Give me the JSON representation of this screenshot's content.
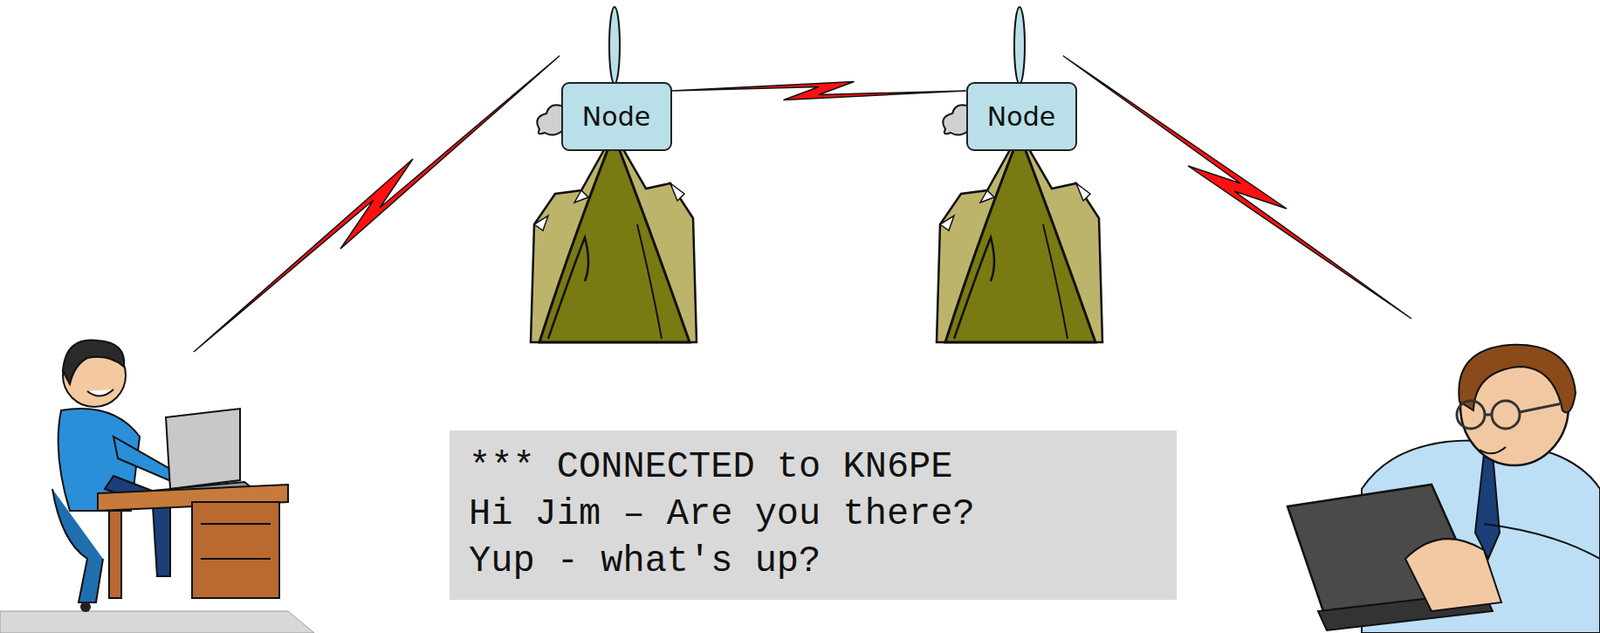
{
  "diagram": {
    "nodes": [
      {
        "text": [
          "Node"
        ]
      },
      {
        "text": [
          "Node"
        ]
      },
      {
        "text": [
          "*** CONNECTED to KN6PE",
          "Hi Jim – Are you there?",
          "Yup - what's up?"
        ]
      }
    ],
    "edges": [
      {
        "from": 0,
        "to": 1,
        "arrow": "none"
      }
    ]
  }
}
